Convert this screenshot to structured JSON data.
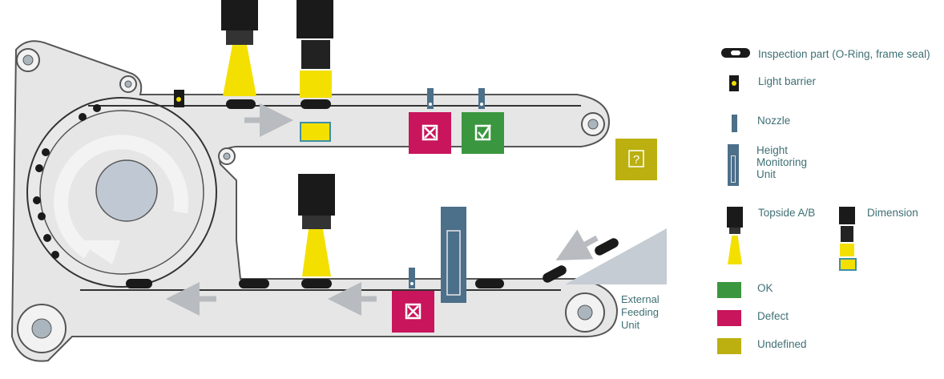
{
  "diagram": {
    "external_feeding_unit_label": [
      "External",
      "Feeding",
      "Unit"
    ],
    "undefined_symbol": "?"
  },
  "legend": {
    "inspection_part": "Inspection part (O-Ring, frame seal)",
    "light_barrier": "Light barrier",
    "nozzle": "Nozzle",
    "height_monitoring_unit": [
      "Height",
      "Monitoring",
      "Unit"
    ],
    "topside": "Topside A/B",
    "dimension": "Dimension",
    "ok": "OK",
    "defect": "Defect",
    "undefined": "Undefined"
  },
  "colors": {
    "ok": "#3a963f",
    "defect": "#c8155c",
    "undefined": "#bbb010",
    "belt": "#e8e8e8",
    "nozzle": "#4c6f8a",
    "camera_light": "#f3e000",
    "text": "#3f6f74"
  }
}
